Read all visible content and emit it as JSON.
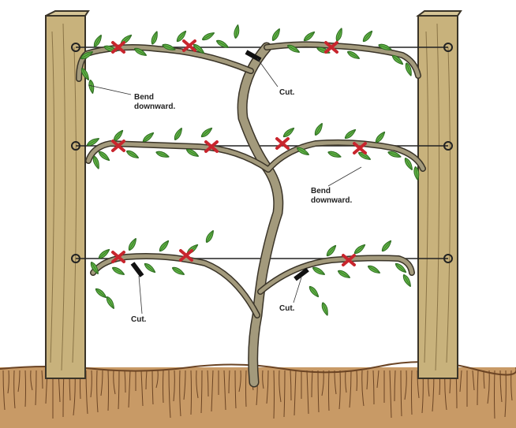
{
  "colors": {
    "post": "#c8b27c",
    "post_dark": "#8a7447",
    "trunk": "#a39a7c",
    "trunk_outline": "#3a3428",
    "leaf": "#5fb044",
    "leaf_dark": "#2f6e22",
    "tie": "#c8252d",
    "soil": "#c89a66",
    "soil_dark": "#6b4424",
    "wire": "#222222"
  },
  "icons": {
    "tie": "red-tie-icon",
    "cut": "cut-mark-icon",
    "eye_bolt": "eye-bolt-icon"
  },
  "labels": {
    "bend_top": [
      "Bend",
      "downward."
    ],
    "cut_top": "Cut.",
    "bend_mid": [
      "Bend",
      "downward."
    ],
    "cut_bottom_left": "Cut.",
    "cut_bottom_right": "Cut."
  }
}
